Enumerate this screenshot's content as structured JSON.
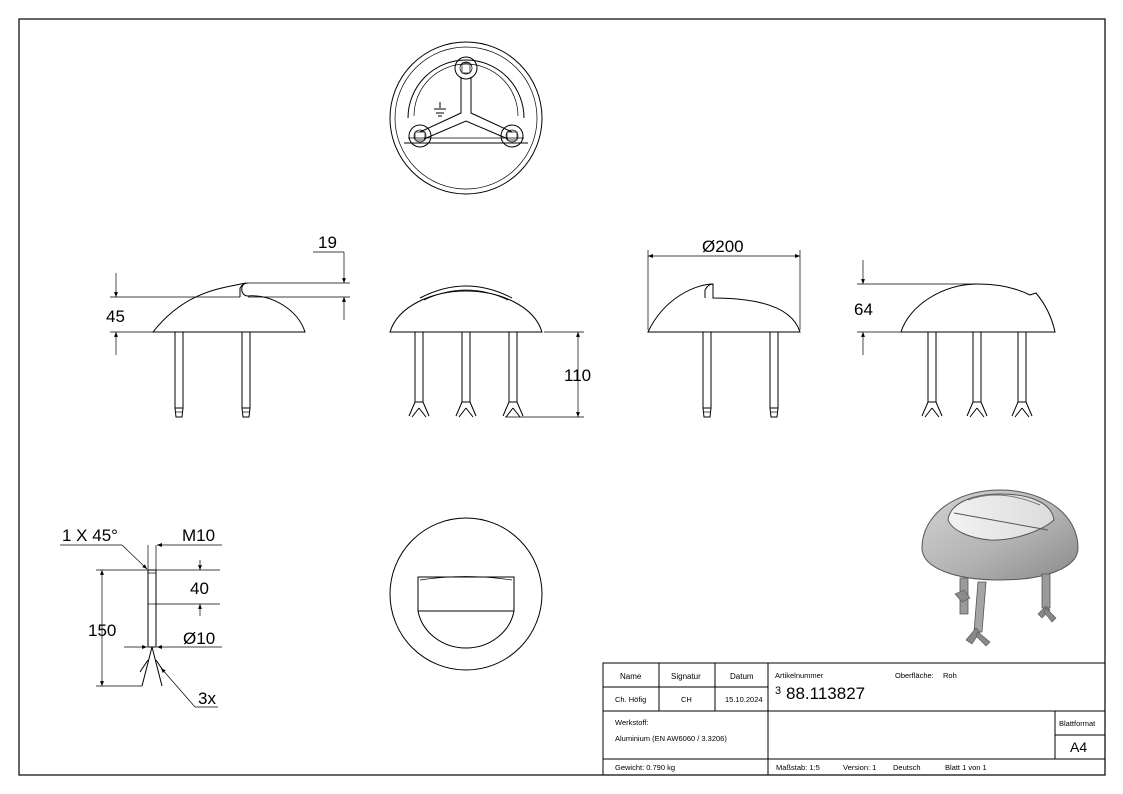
{
  "dimensions": {
    "side_notch": "19",
    "side_height": "45",
    "leg_length": "110",
    "diameter_symbol": "Ø",
    "diameter_value": "200",
    "total_height": "64",
    "chamfer": "1 X 45°",
    "thread": "M10",
    "thread_length": "40",
    "pin_length": "150",
    "pin_diameter_symbol": "Ø",
    "pin_diameter_value": "10",
    "quantity": "3x"
  },
  "title_block": {
    "headers": {
      "name": "Name",
      "signature": "Signatur",
      "date": "Datum",
      "article": "Artikelnummer",
      "surface": "Oberfläche:",
      "sheet_format": "Blattformat"
    },
    "name": "Ch. Höfig",
    "signature": "CH",
    "date": "15.10.2024",
    "article_prefix": "3",
    "article_number": "88.113827",
    "surface_value": "Roh",
    "material_label": "Werkstoff:",
    "material_value": "Aluminium (EN AW6060 / 3.3206)",
    "sheet_format_value": "A4",
    "weight": "Gewicht: 0.790 kg",
    "scale": "Maßstab: 1:5",
    "version": "Version: 1",
    "language": "Deutsch",
    "sheet": "Blatt 1 von 1"
  }
}
